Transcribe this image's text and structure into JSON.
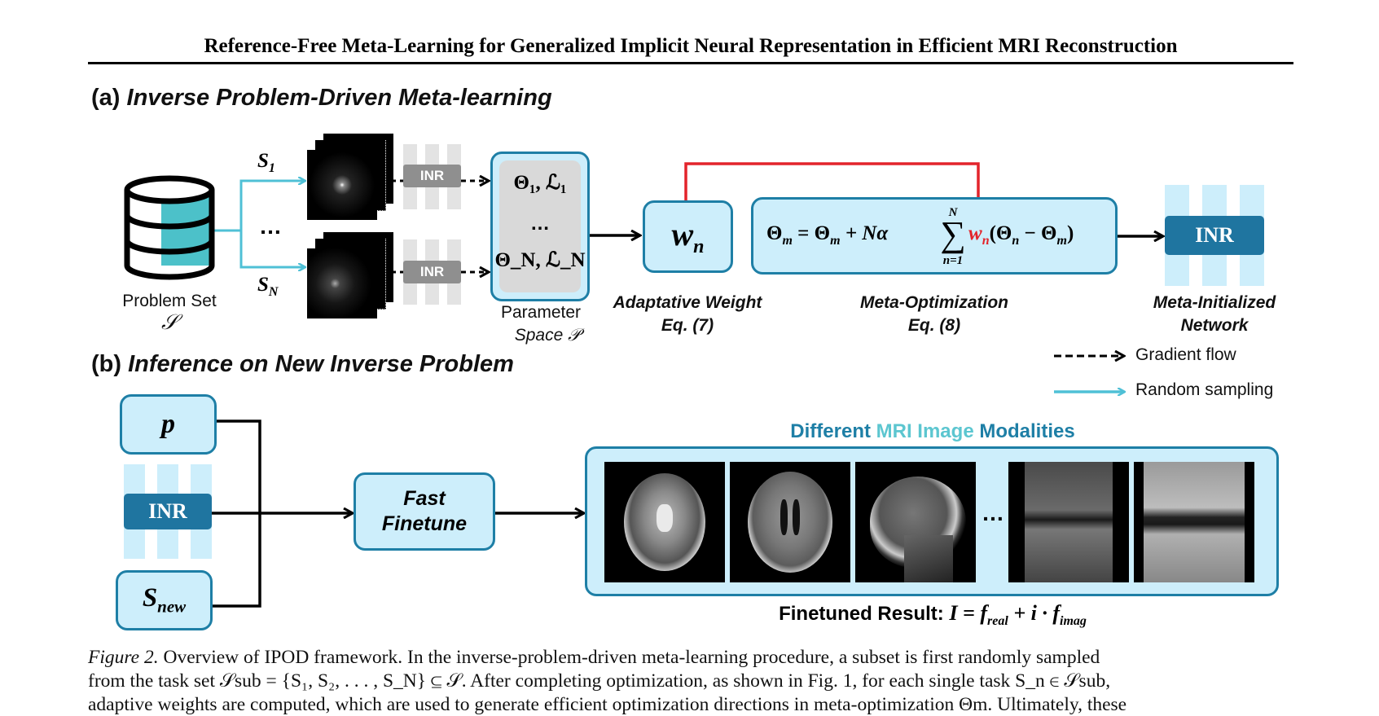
{
  "header": {
    "title": "Reference-Free Meta-Learning for Generalized Implicit Neural Representation in Efficient MRI Reconstruction"
  },
  "panel_a": {
    "prefix": "(a)",
    "heading": "Inverse Problem-Driven Meta-learning",
    "problem_set_label": "Problem Set",
    "problem_set_symbol": "𝒮",
    "task_first": "S",
    "task_first_sub": "1",
    "task_last": "S",
    "task_last_sub": "N",
    "ellipsis": "…",
    "inr_small": "INR",
    "param_first": "Θ₁, ℒ₁",
    "param_last": "Θ_N, ℒ_N",
    "param_space_line1": "Parameter",
    "param_space_line2": "Space 𝒫",
    "weight_symbol": "w",
    "weight_sub": "n",
    "weight_label_line1": "Adaptative Weight",
    "weight_label_line2": "Eq. (7)",
    "equation_left": "Θ",
    "equation_mid": " = Θ",
    "equation_plus": " + Nα",
    "sum_upper": "N",
    "sum_lower": "n=1",
    "eq_weight": "w",
    "eq_weight_sub": "n",
    "eq_paren": "(Θ",
    "eq_minus": " − Θ",
    "eq_close": ")",
    "sub_m": "m",
    "sub_n": "n",
    "metaopt_label_line1": "Meta-Optimization",
    "metaopt_label_line2": "Eq. (8)",
    "inr_big": "INR",
    "network_label_line1": "Meta-Initialized",
    "network_label_line2": "Network"
  },
  "legend": {
    "gradient_flow": "Gradient flow",
    "random_sampling": "Random sampling"
  },
  "panel_b": {
    "prefix": "(b)",
    "heading": "Inference on New Inverse Problem",
    "p_symbol": "p",
    "inr": "INR",
    "snew_symbol": "S",
    "snew_sub": "new",
    "finetune_line1": "Fast",
    "finetune_line2": "Finetune",
    "modalities_word1": "Different",
    "modalities_word2": "MRI Image",
    "modalities_word3": "Modalities",
    "ellipsis": "…",
    "result_label": "Finetuned Result:",
    "result_formula": "I = f",
    "result_real": "real",
    "result_plus": " + i · f",
    "result_imag": "imag"
  },
  "colors": {
    "teal": "#1e7fa6",
    "light_teal": "#cdeefb",
    "cyan_arrow": "#4fc0d6",
    "red_arrow": "#e3242b",
    "db_fill": "#4cc1c9",
    "modality_dark": "#1e7fa6",
    "modality_light": "#5cc6d0"
  },
  "caption": {
    "fig_label": "Figure 2.",
    "line1": "Overview of IPOD framework. In the inverse-problem-driven meta-learning procedure, a subset is first randomly sampled",
    "line2": "from the task set 𝒮sub = {S₁, S₂, . . . , S_N} ⊆ 𝒮. After completing optimization, as shown in Fig. 1, for each single task S_n ∈ 𝒮sub,",
    "line3": "adaptive weights are computed, which are used to generate efficient optimization directions in meta-optimization Θm. Ultimately, these"
  }
}
